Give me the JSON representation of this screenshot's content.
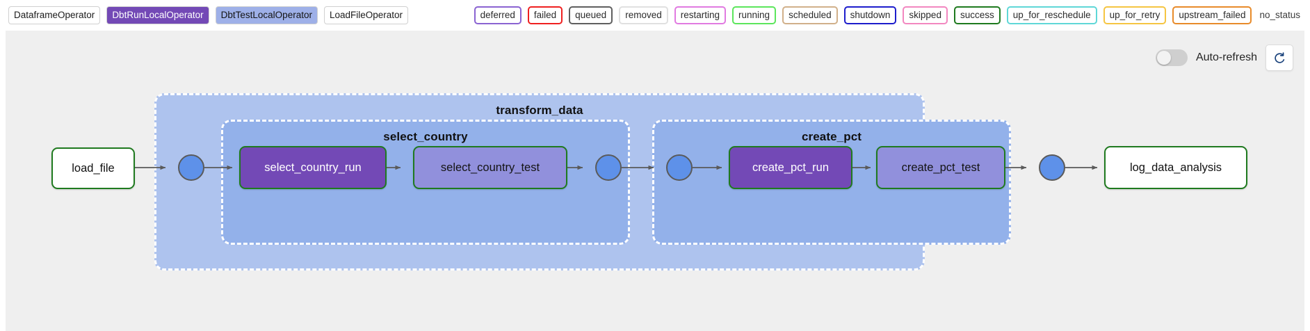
{
  "legend": {
    "operators": [
      {
        "label": "DataframeOperator",
        "bg": "#ffffff",
        "fg": "#1b1b1b",
        "border": "#d0d0d0"
      },
      {
        "label": "DbtRunLocalOperator",
        "bg": "#7349b6",
        "fg": "#ffffff",
        "border": "#d0d0d0"
      },
      {
        "label": "DbtTestLocalOperator",
        "bg": "#9eb0e8",
        "fg": "#141414",
        "border": "#d0d0d0"
      },
      {
        "label": "LoadFileOperator",
        "bg": "#ffffff",
        "fg": "#1b1b1b",
        "border": "#d0d0d0"
      }
    ],
    "statuses": [
      {
        "label": "deferred",
        "color": "#8a63d2"
      },
      {
        "label": "failed",
        "color": "#ef2020"
      },
      {
        "label": "queued",
        "color": "#5f5f5f"
      },
      {
        "label": "removed",
        "color": "#e0e0e0"
      },
      {
        "label": "restarting",
        "color": "#e17ae1"
      },
      {
        "label": "running",
        "color": "#5ce65c"
      },
      {
        "label": "scheduled",
        "color": "#d1b08a"
      },
      {
        "label": "shutdown",
        "color": "#1d1dcc"
      },
      {
        "label": "skipped",
        "color": "#f287c0"
      },
      {
        "label": "success",
        "color": "#1f7a1f"
      },
      {
        "label": "up_for_reschedule",
        "color": "#5fd7d7"
      },
      {
        "label": "up_for_retry",
        "color": "#f5c542"
      },
      {
        "label": "upstream_failed",
        "color": "#e88b2a"
      }
    ],
    "no_status_label": "no_status"
  },
  "toolbar": {
    "auto_refresh_label": "Auto-refresh",
    "auto_refresh_on": false,
    "refresh_icon": "refresh-icon"
  },
  "graph": {
    "groups": [
      {
        "id": "transform_data",
        "title": "transform_data"
      },
      {
        "id": "select_country",
        "title": "select_country"
      },
      {
        "id": "create_pct",
        "title": "create_pct"
      }
    ],
    "nodes": [
      {
        "id": "load_file",
        "label": "load_file",
        "style": "plain"
      },
      {
        "id": "select_country_run",
        "label": "select_country_run",
        "style": "run"
      },
      {
        "id": "select_country_test",
        "label": "select_country_test",
        "style": "test"
      },
      {
        "id": "create_pct_run",
        "label": "create_pct_run",
        "style": "run"
      },
      {
        "id": "create_pct_test",
        "label": "create_pct_test",
        "style": "test"
      },
      {
        "id": "log_data_analysis",
        "label": "log_data_analysis",
        "style": "plain"
      }
    ],
    "join_nodes": [
      {
        "id": "join-1"
      },
      {
        "id": "join-2"
      },
      {
        "id": "join-3"
      },
      {
        "id": "join-4"
      }
    ],
    "colors": {
      "canvas_bg": "#efefef",
      "group_outer_bg": "#aec3ee",
      "group_inner_bg": "#93b1ea",
      "node_success_border": "#1f7a1f",
      "node_run_bg": "#7349b6",
      "node_test_bg": "#9190dc",
      "join_circle_bg": "#5e91e9",
      "edge": "#5a5a5a"
    }
  }
}
